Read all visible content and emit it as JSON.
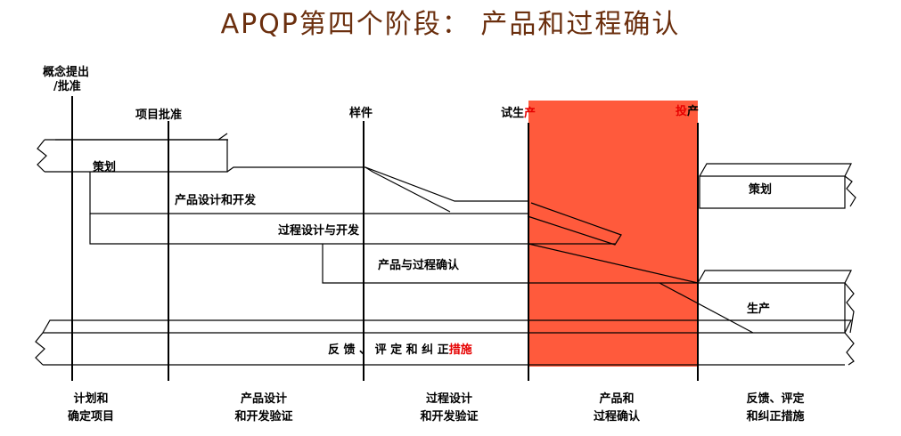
{
  "title": "APQP第四个阶段： 产品和过程确认",
  "milestones": {
    "concept": [
      "概念提出",
      "/批准"
    ],
    "project_approval": "项目批准",
    "prototype": "样件",
    "pilot": "试生",
    "pilot_red": "产",
    "launch": "投",
    "launch_tail": "产"
  },
  "bars": {
    "planning": "策划",
    "product_design": "产品设计和开发",
    "process_design": "过程设计与开发",
    "validation": "产品与过程确认",
    "planning_right": "策划",
    "production": "生产",
    "feedback": "反 馈 、 评 定 和 纠 正",
    "feedback_red": "措施"
  },
  "phases": [
    [
      "计划和",
      "确定项目"
    ],
    [
      "产品设计",
      "和开发验证"
    ],
    [
      "过程设计",
      "和开发验证"
    ],
    [
      "产品和",
      "过程确认"
    ],
    [
      "反馈、评定",
      "和纠正措施"
    ]
  ],
  "colors": {
    "highlight": "#ff5a3c",
    "title": "#6b2f0e",
    "red_text": "#e60000"
  }
}
